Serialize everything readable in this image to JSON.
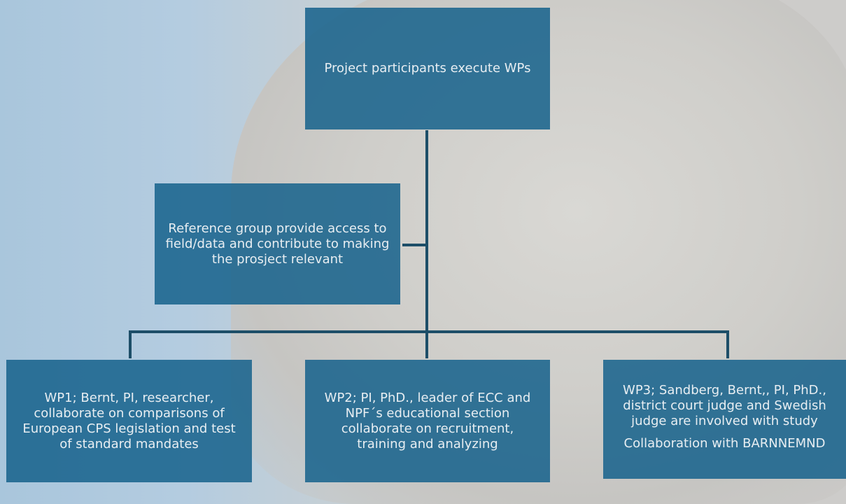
{
  "diagram": {
    "top_box": {
      "text": "Project participants execute WPs"
    },
    "reference_box": {
      "text": "Reference group provide access to field/data and contribute to making the prosject relevant"
    },
    "wp_boxes": [
      {
        "lines": [
          "WP1; Bernt, PI, researcher,",
          "collaborate on comparisons of",
          "European CPS legislation and test",
          "of standard mandates"
        ]
      },
      {
        "lines": [
          "WP2; PI, PhD., leader of ECC and",
          "NPF´s educational section",
          "collaborate on recruitment,",
          "training and analyzing"
        ]
      },
      {
        "lines": [
          "WP3; Sandberg, Bernt,, PI, PhD.,",
          "district court judge and Swedish",
          "judge are involved with study"
        ],
        "extra": "Collaboration with BARNNEMND"
      }
    ]
  }
}
